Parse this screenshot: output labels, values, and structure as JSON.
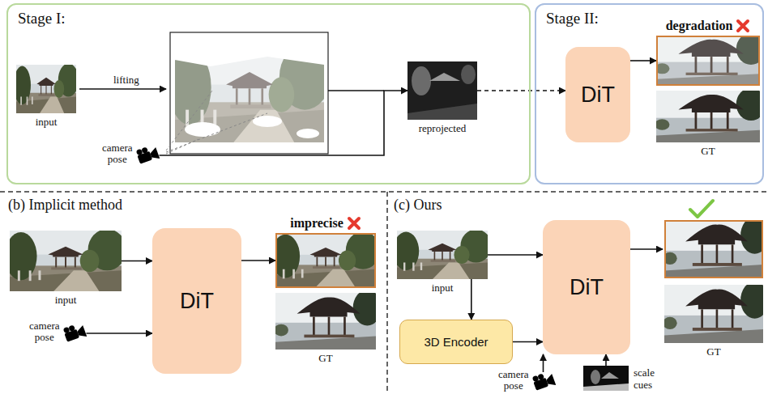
{
  "diagram": {
    "nodes": [
      {
        "text": [
          "Stage I:"
        ]
      },
      {
        "text": [
          "input"
        ],
        "in": 0
      },
      {
        "text": [
          "camera pose"
        ],
        "in": 0
      },
      {
        "text": [
          "reprojected"
        ],
        "in": 0
      },
      {
        "text": [
          "Stage II:"
        ]
      },
      {
        "text": [
          "DiT"
        ],
        "in": 4
      },
      {
        "text": [
          "degradation"
        ],
        "in": 4
      },
      {
        "text": [
          "GT"
        ],
        "in": 4
      },
      {
        "text": [
          "input"
        ]
      },
      {
        "text": [
          "camera pose"
        ]
      },
      {
        "text": [
          "DiT"
        ]
      },
      {
        "text": [
          "imprecise"
        ]
      },
      {
        "text": [
          "GT"
        ]
      },
      {
        "text": [
          "input"
        ]
      },
      {
        "text": [
          "3D Encoder"
        ]
      },
      {
        "text": [
          "camera pose"
        ]
      },
      {
        "text": [
          "scale cues"
        ]
      },
      {
        "text": [
          "DiT"
        ]
      },
      {
        "text": [
          "GT"
        ]
      }
    ],
    "edges": [
      {
        "from": 2,
        "to": 3,
        "arrow": "to"
      },
      {
        "from": 3,
        "to": 5,
        "arrow": "to"
      },
      {
        "from": 5,
        "to": 6,
        "arrow": "to"
      },
      {
        "from": 8,
        "to": 10,
        "arrow": "to"
      },
      {
        "from": 9,
        "to": 10,
        "arrow": "to"
      },
      {
        "from": 10,
        "to": 11,
        "arrow": "to"
      },
      {
        "from": 13,
        "to": 14,
        "arrow": "to"
      },
      {
        "from": 14,
        "to": 17,
        "arrow": "to"
      },
      {
        "from": 13,
        "to": 17,
        "arrow": "to"
      },
      {
        "from": 15,
        "to": 17,
        "arrow": "to"
      },
      {
        "from": 16,
        "to": 17,
        "arrow": "to"
      }
    ],
    "labels": [
      "lifting",
      "(b) Implicit method",
      "(c) Ours"
    ]
  }
}
